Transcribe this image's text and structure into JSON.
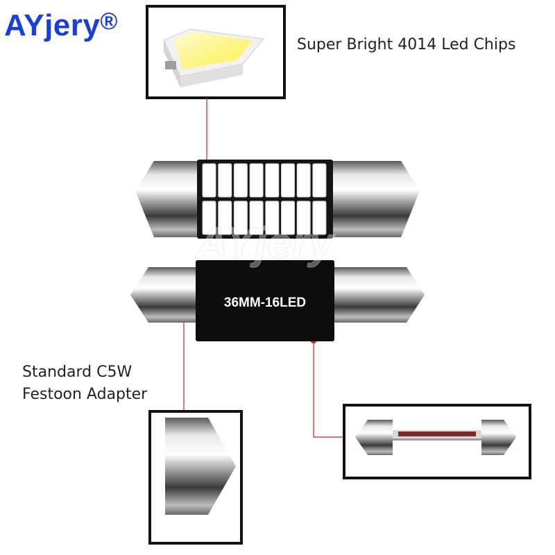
{
  "brand": {
    "name": "AYjery",
    "registered_mark": "®",
    "color": "#1a3fd8"
  },
  "callouts": {
    "chips": "Super Bright 4014 Led Chips",
    "adapter_line1": "Standard C5W",
    "adapter_line2": "Festoon Adapter"
  },
  "bulb_back_label": "36MM-16LED",
  "watermark": "AYjery",
  "colors": {
    "pointer": "#cc2222",
    "pcb": "#111111",
    "chip": "#ffffff",
    "chip_lit": "#fff25a"
  },
  "icons": [
    "led-chip-icon",
    "festoon-bulb-icon",
    "metal-cap-icon",
    "side-view-bulb-icon"
  ]
}
